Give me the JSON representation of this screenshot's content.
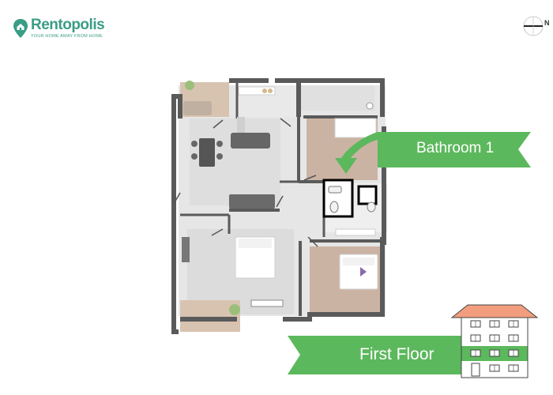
{
  "brand": {
    "name": "Rentopolis",
    "tagline": "YOUR HOME AWAY FROM HOME",
    "color": "#3a9d86"
  },
  "compass": {
    "label": "N"
  },
  "callout": {
    "label": "Bathroom 1",
    "color": "#5cb85c"
  },
  "floor": {
    "label": "First Floor",
    "color": "#5cb85c"
  },
  "colors": {
    "wall": "#5a5a5a",
    "tile_floor": "#dcdcdc",
    "wood_floor": "#cbb3a3",
    "balcony": "#d8c3b1",
    "highlight": "#000000",
    "roof": "#f29e7e"
  },
  "icons": [
    "logo-pin-icon",
    "compass-icon",
    "arrow-icon",
    "building-icon"
  ]
}
